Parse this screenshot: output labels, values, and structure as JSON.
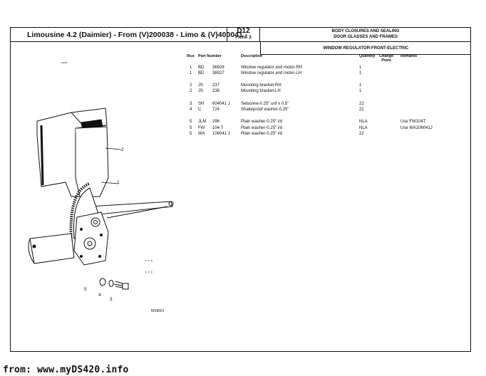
{
  "header": {
    "title": "Limousine 4.2 (Daimier) - From (V)200038 - Limo & (V)400041 -",
    "code": "D12",
    "fiche": "Fiche 3",
    "section_line1": "BODY CLOSURES AND SEALING",
    "section_line2": "DOOR GLASSES AND FRAMES",
    "subsection": "WINDOW REGULATOR-FRONT-ELECTRIC"
  },
  "columns": {
    "illus": "Illus",
    "part_number": "Part Number",
    "description": "Description",
    "quantity": "Quantity",
    "change_point_1": "Change",
    "change_point_2": "Point",
    "remarks": "Remarks"
  },
  "parts": [
    {
      "illus": "1",
      "prefix": "BD",
      "num": "36926",
      "desc": "Window regulator and motor-RH",
      "qty": "1",
      "remarks": ""
    },
    {
      "illus": "1",
      "prefix": "BD",
      "num": "36927",
      "desc": "Window regulator and motor-LH",
      "qty": "1",
      "remarks": ""
    },
    {
      "illus": "2",
      "prefix": "JS",
      "num": "237",
      "desc": "Mounting bracket-RH",
      "qty": "1",
      "remarks": ""
    },
    {
      "illus": "2",
      "prefix": "JS",
      "num": "238",
      "desc": "Mounting bracket-LH",
      "qty": "1",
      "remarks": ""
    },
    {
      "illus": "3",
      "prefix": "SH",
      "num": "604041 J",
      "desc": "Setscrew-0.25\" unf x 0.5\"",
      "qty": "22",
      "remarks": ""
    },
    {
      "illus": "4",
      "prefix": "C",
      "num": "724",
      "desc": "Shakeproof washer-0.25\"",
      "qty": "22",
      "remarks": ""
    },
    {
      "illus": "5",
      "prefix": "JLM",
      "num": "296",
      "desc": "Plain washer-0.25\" i/d",
      "qty": "NLA",
      "remarks": "Use FW104T"
    },
    {
      "illus": "5",
      "prefix": "FW",
      "num": "104 T",
      "desc": "Plain washer-0.25\" i/d",
      "qty": "NLA",
      "remarks": "Use WA106041J"
    },
    {
      "illus": "5",
      "prefix": "WA",
      "num": "106041 J",
      "desc": "Plain washer-0.25\" i/d",
      "qty": "22",
      "remarks": ""
    }
  ],
  "diagram": {
    "callouts": [
      "1",
      "2",
      "3",
      "4",
      "5"
    ],
    "ref": "MX8661"
  },
  "footer": "from: www.myDS420.info"
}
